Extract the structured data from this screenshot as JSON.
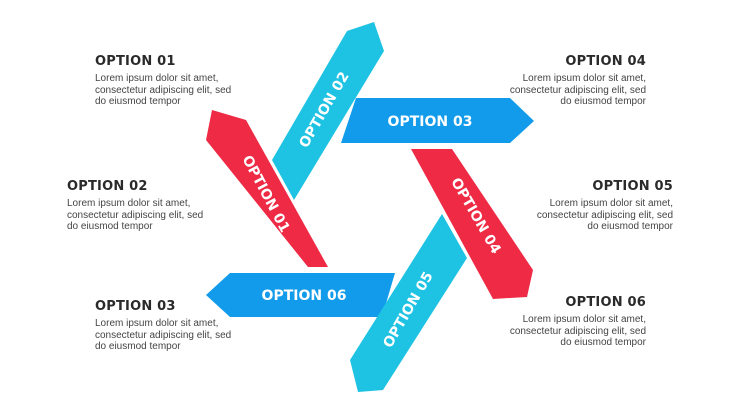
{
  "colors": {
    "red": "#ee2a45",
    "cyan": "#1ec3e3",
    "blue": "#129bea",
    "heading": "#2a2a2a",
    "body": "#444444"
  },
  "items": [
    {
      "title": "OPTION 01",
      "text": "Lorem ipsum dolor sit amet, consectetur adipiscing elit, sed do eiusmod tempor"
    },
    {
      "title": "OPTION 02",
      "text": "Lorem ipsum dolor sit amet, consectetur adipiscing elit, sed do eiusmod tempor"
    },
    {
      "title": "OPTION 03",
      "text": "Lorem ipsum dolor sit amet, consectetur adipiscing elit, sed do eiusmod tempor"
    },
    {
      "title": "OPTION 04",
      "text": "Lorem ipsum dolor sit amet, consectetur adipiscing elit, sed do eiusmod tempor"
    },
    {
      "title": "OPTION 05",
      "text": "Lorem ipsum dolor sit amet, consectetur adipiscing elit, sed do eiusmod tempor"
    },
    {
      "title": "OPTION 06",
      "text": "Lorem ipsum dolor sit amet, consectetur adipiscing elit, sed do eiusmod tempor"
    }
  ],
  "arrows": [
    {
      "label": "OPTION 01",
      "color": "red"
    },
    {
      "label": "OPTION 02",
      "color": "cyan"
    },
    {
      "label": "OPTION 03",
      "color": "blue"
    },
    {
      "label": "OPTION 04",
      "color": "red"
    },
    {
      "label": "OPTION 05",
      "color": "cyan"
    },
    {
      "label": "OPTION 06",
      "color": "blue"
    }
  ]
}
